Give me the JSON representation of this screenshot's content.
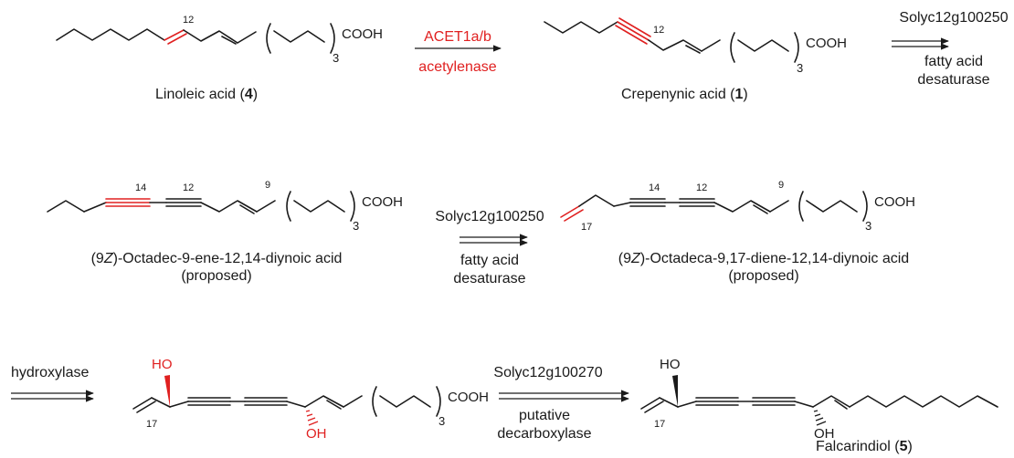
{
  "compounds": {
    "linoleic": {
      "name": "Linoleic acid (",
      "num": "4",
      "close": ")",
      "cooh": "COOH",
      "sub": "3",
      "loc12": "12"
    },
    "crepenynic": {
      "name": "Crepenynic acid (",
      "num": "1",
      "close": ")",
      "cooh": "COOH",
      "sub": "3",
      "loc12": "12"
    },
    "diynoic": {
      "name_pre": "(9",
      "name_z": "Z",
      "name_post": ")-Octadec-9-ene-12,14-diynoic acid",
      "proposed": "(proposed)",
      "cooh": "COOH",
      "sub": "3",
      "loc14": "14",
      "loc12": "12",
      "loc9": "9"
    },
    "diene_diynoic": {
      "name_pre": "(9",
      "name_z": "Z",
      "name_post": ")-Octadeca-9,17-diene-12,14-diynoic acid",
      "proposed": "(proposed)",
      "cooh": "COOH",
      "sub": "3",
      "loc14": "14",
      "loc12": "12",
      "loc9": "9",
      "loc17": "17"
    },
    "diol_acid": {
      "ho": "HO",
      "oh": "OH",
      "cooh": "COOH",
      "sub": "3",
      "loc17": "17"
    },
    "falcarindiol": {
      "ho": "HO",
      "oh": "OH",
      "loc17": "17",
      "name": "Falcarindiol (",
      "num": "5",
      "close": ")"
    }
  },
  "steps": {
    "step1": {
      "top": "ACET1a/b",
      "bottom": "acetylenase"
    },
    "step2": {
      "top": "Solyc12g100250",
      "bottom1": "fatty acid",
      "bottom2": "desaturase"
    },
    "step3": {
      "top": "Solyc12g100250",
      "bottom1": "fatty acid",
      "bottom2": "desaturase"
    },
    "step4": {
      "top": "hydroxylase"
    },
    "step5": {
      "top": "Solyc12g100270",
      "bottom1": "putative",
      "bottom2": "decarboxylase"
    }
  },
  "colors": {
    "ink": "#1a1a1a",
    "highlight": "#e02020"
  }
}
